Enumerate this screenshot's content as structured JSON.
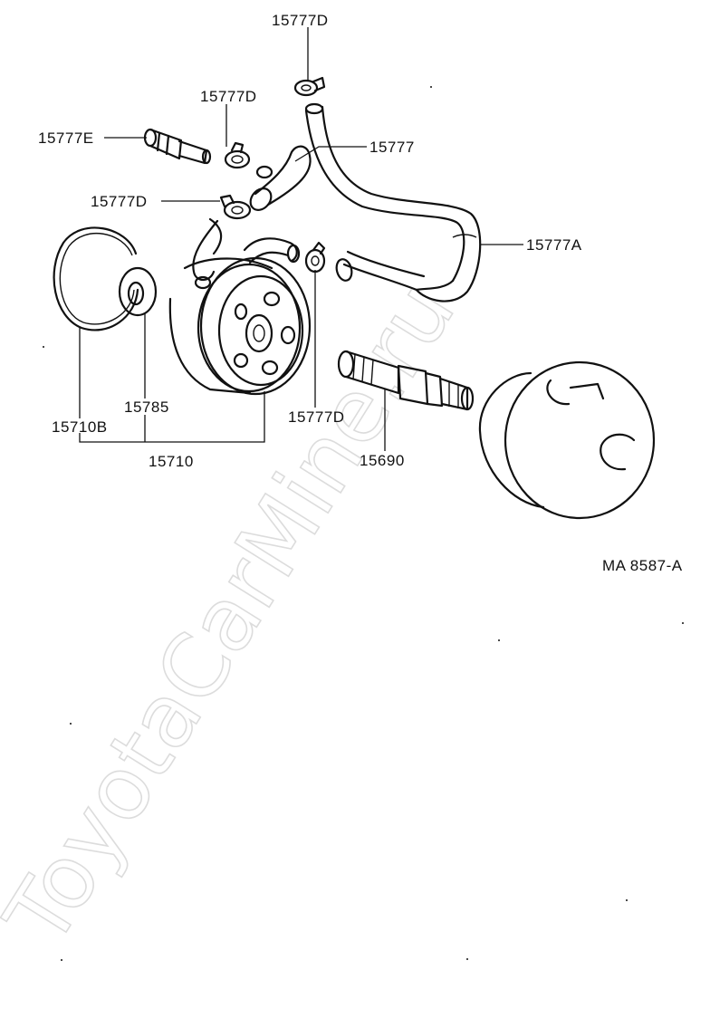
{
  "diagram": {
    "part_labels": {
      "p15777D_top": "15777D",
      "p15777D_mid": "15777D",
      "p15777E": "15777E",
      "p15777": "15777",
      "p15777D_left": "15777D",
      "p15777A": "15777A",
      "p15785": "15785",
      "p15710B": "15710B",
      "p15777D_bottom": "15777D",
      "p15710": "15710",
      "p15690": "15690"
    },
    "figure_code": "MA 8587-A"
  },
  "watermark": {
    "text": "ToyotaCarMine.ru",
    "color": "#dcdcdc"
  },
  "colors": {
    "ink": "#111111",
    "background": "#ffffff"
  }
}
